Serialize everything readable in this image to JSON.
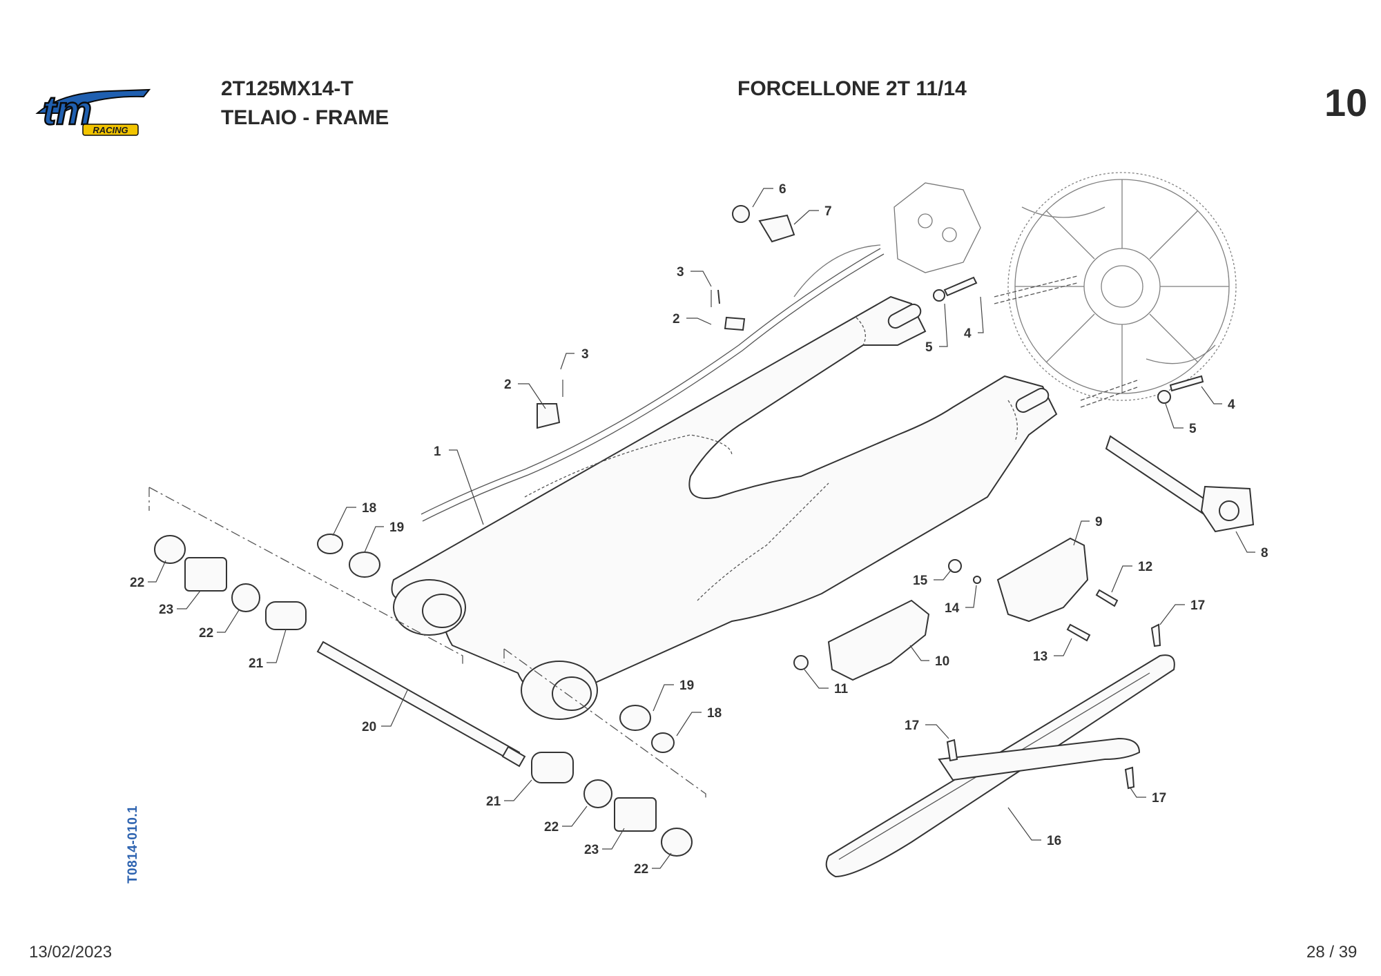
{
  "header": {
    "model": "2T125MX14-T",
    "section": "TELAIO - FRAME",
    "title": "FORCELLONE 2T 11/14",
    "page_group": "10"
  },
  "logo": {
    "text": "tm",
    "subtext": "RACING",
    "colors": {
      "main": "#1f5fb0",
      "outline": "#0a0a0a",
      "accent": "#f2c400"
    }
  },
  "drawing_code": "T0814-010.1",
  "footer": {
    "date": "13/02/2023",
    "page": "28 / 39"
  },
  "callouts": {
    "c1": "1",
    "c2a": "2",
    "c2b": "2",
    "c3a": "3",
    "c3b": "3",
    "c4a": "4",
    "c4b": "4",
    "c5a": "5",
    "c5b": "5",
    "c6": "6",
    "c7": "7",
    "c8": "8",
    "c9": "9",
    "c10": "10",
    "c11": "11",
    "c12": "12",
    "c13": "13",
    "c14": "14",
    "c15": "15",
    "c16": "16",
    "c17a": "17",
    "c17b": "17",
    "c17c": "17",
    "c18a": "18",
    "c18b": "18",
    "c19a": "19",
    "c19b": "19",
    "c20": "20",
    "c21a": "21",
    "c21b": "21",
    "c22a": "22",
    "c22b": "22",
    "c22c": "22",
    "c22d": "22",
    "c23a": "23",
    "c23b": "23"
  }
}
